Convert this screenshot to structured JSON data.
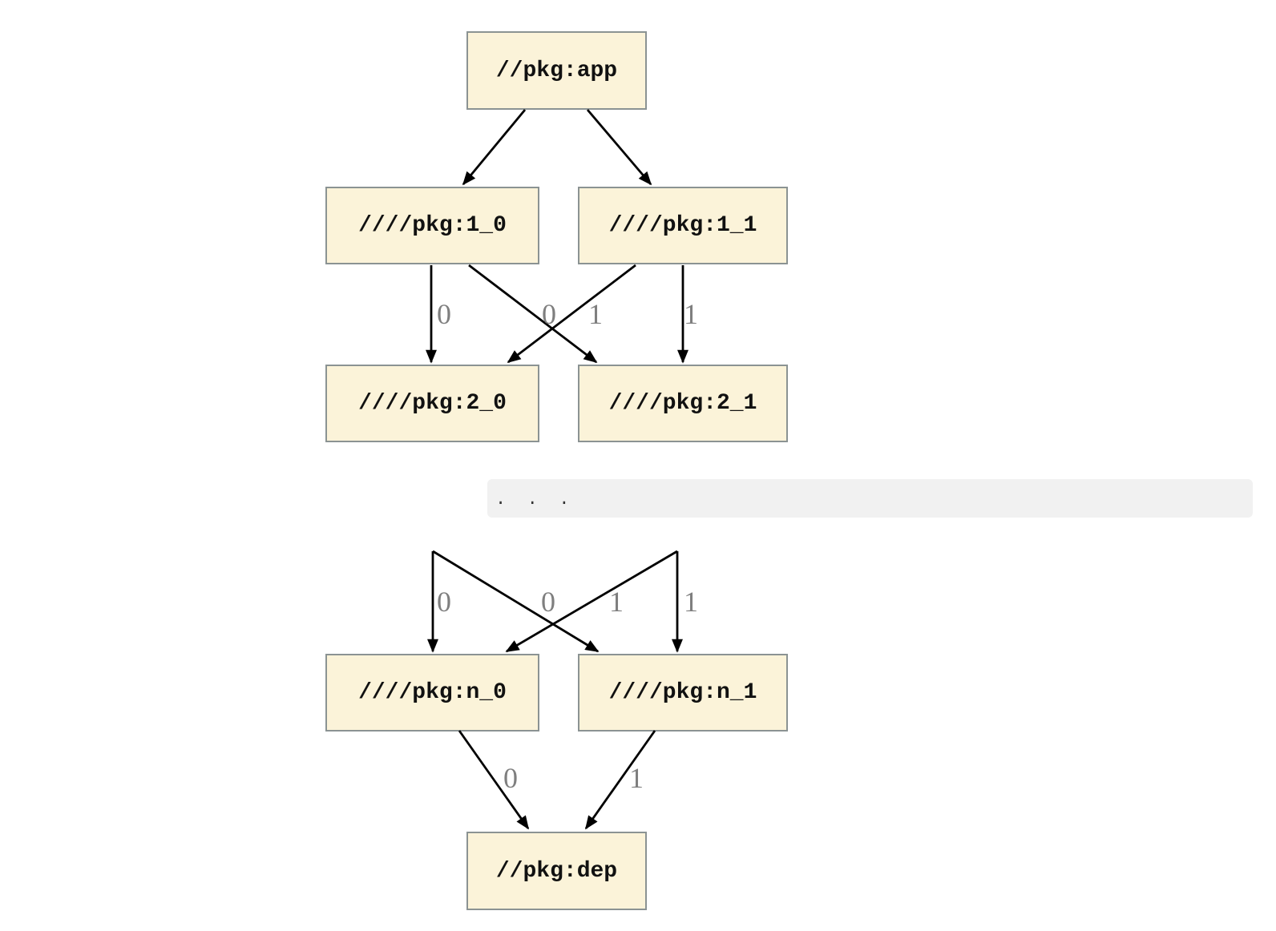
{
  "diagram": {
    "nodes": {
      "app": {
        "label": "//pkg:app"
      },
      "l1_0": {
        "label": "////pkg:1_0"
      },
      "l1_1": {
        "label": "////pkg:1_1"
      },
      "l2_0": {
        "label": "////pkg:2_0"
      },
      "l2_1": {
        "label": "////pkg:2_1"
      },
      "ln_0": {
        "label": "////pkg:n_0"
      },
      "ln_1": {
        "label": "////pkg:n_1"
      },
      "dep": {
        "label": "//pkg:dep"
      }
    },
    "ellipsis": ".  .  .",
    "edges": [
      {
        "from": "app",
        "to": "l1_0",
        "label": ""
      },
      {
        "from": "app",
        "to": "l1_1",
        "label": ""
      },
      {
        "from": "l1_0",
        "to": "l2_0",
        "label": "0"
      },
      {
        "from": "l1_0",
        "to": "l2_1",
        "label": "0"
      },
      {
        "from": "l1_1",
        "to": "l2_0",
        "label": "1"
      },
      {
        "from": "l1_1",
        "to": "l2_1",
        "label": "1"
      },
      {
        "from": "...",
        "to": "ln_0",
        "label": "0"
      },
      {
        "from": "...",
        "to": "ln_1",
        "label": "0"
      },
      {
        "from": "...",
        "to": "ln_0",
        "label": "1"
      },
      {
        "from": "...",
        "to": "ln_1",
        "label": "1"
      },
      {
        "from": "ln_0",
        "to": "dep",
        "label": "0"
      },
      {
        "from": "ln_1",
        "to": "dep",
        "label": "1"
      }
    ],
    "colors": {
      "node_fill": "#fbf3d9",
      "node_border": "#8b9393",
      "edge": "#000000",
      "edge_label": "#7f7f7f",
      "ellipsis_bar": "#f1f1f1",
      "background": "#ffffff"
    }
  }
}
